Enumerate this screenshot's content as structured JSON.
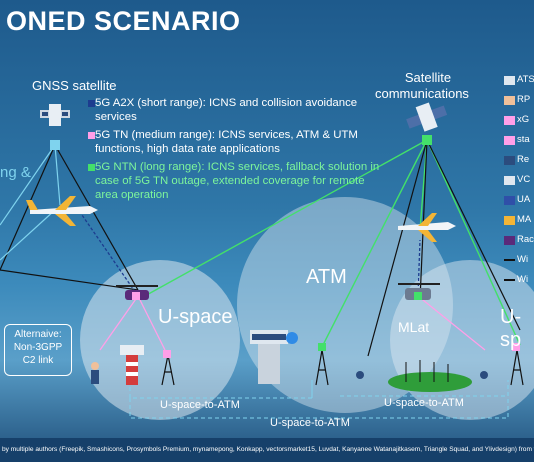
{
  "title": "ONED SCENARIO",
  "labels": {
    "gnss": "GNSS satellite",
    "satcom_line1": "Satellite",
    "satcom_line2": "communications",
    "partial_left": "ng &",
    "atm": "ATM",
    "uspace": "U-space",
    "uspace_right": "U-sp",
    "mlat": "MLat",
    "alt_line1": "Alternaive:",
    "alt_line2": "Non-3GPP",
    "alt_line3": "C2 link",
    "u2atm_1": "U-space-to-ATM",
    "u2atm_2": "U-space-to-ATM",
    "u2atm_3": "U-space-to-ATM"
  },
  "legend": [
    {
      "text": "5G A2X (short range): ICNS and collision avoidance services",
      "color": "#1d3c8f",
      "text_color": "#ffffff"
    },
    {
      "text": "5G TN (medium range): ICNS services, ATM & UTM functions, high data rate applications",
      "color": "#ff9fe8",
      "text_color": "#ffffff"
    },
    {
      "text": "5G NTN (long range): ICNS services, fallback solution in case of 5G TN outage, extended coverage for remote area operation",
      "color": "#43e06a",
      "text_color": "#7df59b"
    }
  ],
  "right_legend": [
    {
      "text": "ATS",
      "icon": "radar-icon"
    },
    {
      "text": "RP",
      "icon": "pilot-icon"
    },
    {
      "text": "xG",
      "icon": "base-station-icon"
    },
    {
      "text": "sta",
      "icon": "base-station-icon"
    },
    {
      "text": "Re",
      "icon": "antenna-icon"
    },
    {
      "text": "VC",
      "icon": "tower-icon"
    },
    {
      "text": "UA",
      "icon": "plane-icon"
    },
    {
      "text": "MA",
      "icon": "plane-icon"
    },
    {
      "text": "Rac",
      "icon": "drone-icon"
    },
    {
      "text": "Wi",
      "icon": "line-icon"
    },
    {
      "text": "Wi",
      "icon": "line-icon"
    }
  ],
  "footer": "by multiple authors (Freepik, Smashicons, Prosymbols Premium, mynamepong, Konkapp, vectorsmarket15, Luvdat, Kanyanee Watanajitkasem, Triangle Squad, and Ylivdesign) from www",
  "colors": {
    "green": "#43e06a",
    "pink": "#ff9fe8",
    "blue": "#1d3c8f",
    "black": "#111111"
  }
}
